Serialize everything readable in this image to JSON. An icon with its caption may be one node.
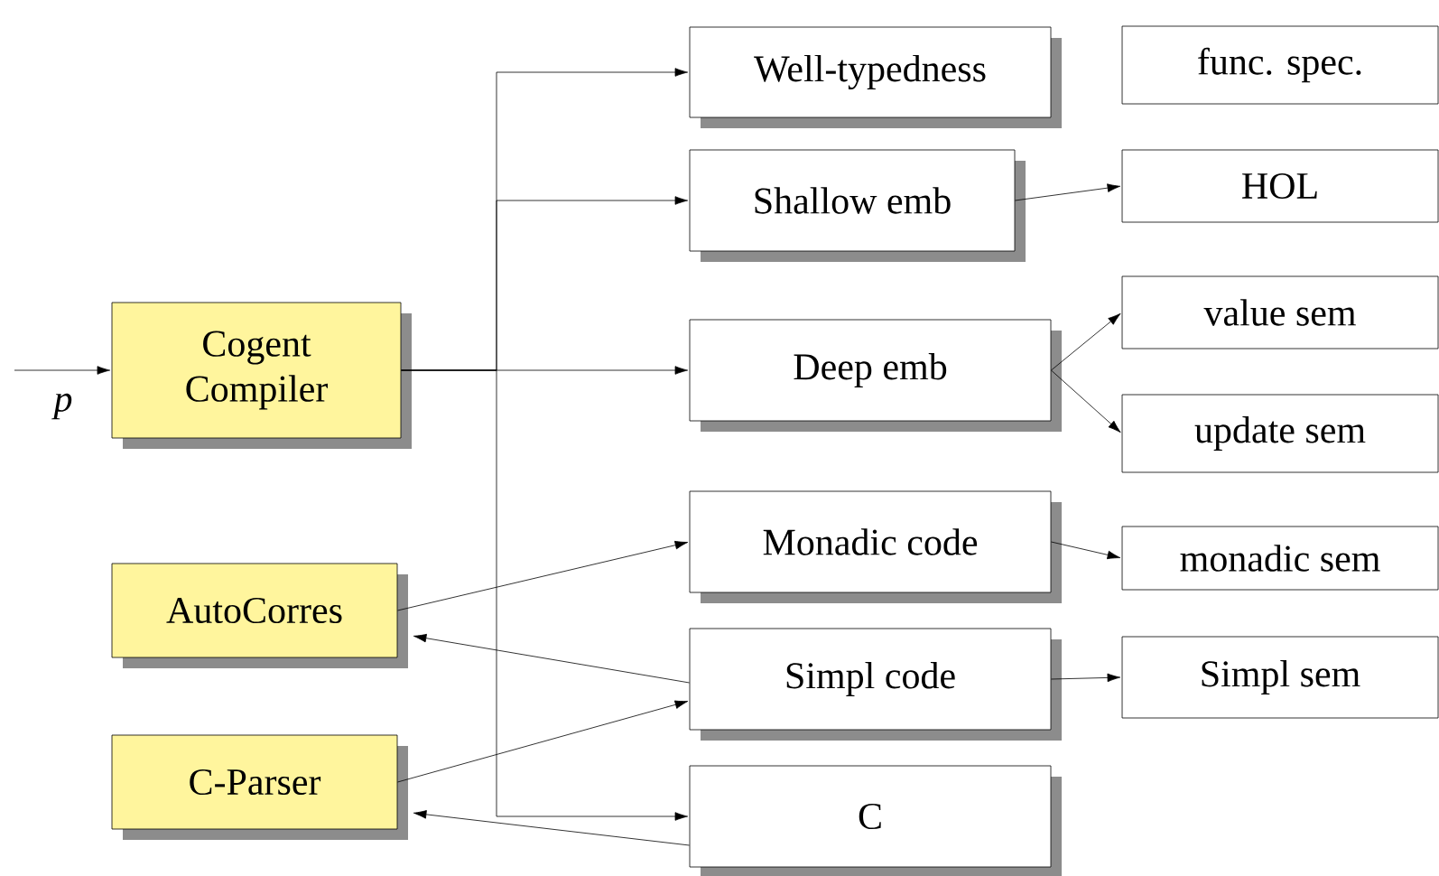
{
  "diagram": {
    "nodes": [
      {
        "text": [
          "Cogent",
          "Compiler"
        ]
      },
      {
        "text": [
          "AutoCorres"
        ]
      },
      {
        "text": [
          "C-Parser"
        ]
      },
      {
        "text": [
          "Well-typedness"
        ]
      },
      {
        "text": [
          "Shallow emb"
        ]
      },
      {
        "text": [
          "Deep emb"
        ]
      },
      {
        "text": [
          "Monadic code"
        ]
      },
      {
        "text": [
          "Simpl code"
        ]
      },
      {
        "text": [
          "C"
        ]
      },
      {
        "text": [
          "func. spec."
        ]
      },
      {
        "text": [
          "HOL"
        ]
      },
      {
        "text": [
          "value sem"
        ]
      },
      {
        "text": [
          "update sem"
        ]
      },
      {
        "text": [
          "monadic sem"
        ]
      },
      {
        "text": [
          "Simpl sem"
        ]
      }
    ],
    "edges": [
      {
        "from": null,
        "to": 0,
        "arrow": "to",
        "label": "p"
      },
      {
        "from": 0,
        "to": 3,
        "arrow": "to"
      },
      {
        "from": 0,
        "to": 4,
        "arrow": "to"
      },
      {
        "from": 0,
        "to": 5,
        "arrow": "to"
      },
      {
        "from": 0,
        "to": 8,
        "arrow": "to"
      },
      {
        "from": 4,
        "to": 10,
        "arrow": "to"
      },
      {
        "from": 5,
        "to": 11,
        "arrow": "to"
      },
      {
        "from": 5,
        "to": 12,
        "arrow": "to"
      },
      {
        "from": 1,
        "to": 6,
        "arrow": "to"
      },
      {
        "from": 7,
        "to": 1,
        "arrow": "to"
      },
      {
        "from": 2,
        "to": 7,
        "arrow": "to"
      },
      {
        "from": 8,
        "to": 2,
        "arrow": "to"
      },
      {
        "from": 6,
        "to": 13,
        "arrow": "to"
      },
      {
        "from": 7,
        "to": 14,
        "arrow": "to"
      }
    ]
  }
}
